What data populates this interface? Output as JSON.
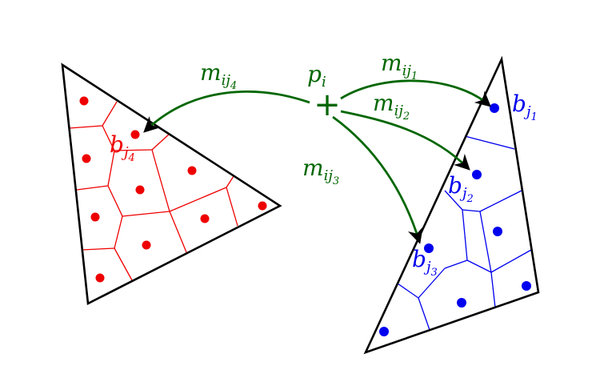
{
  "colors": {
    "outline": "#000000",
    "red": "#ee0000",
    "blue": "#0000ee",
    "green": "#006600"
  },
  "labels": {
    "point": {
      "base": "p",
      "sub": "i"
    },
    "m1": {
      "base": "m",
      "sub": "ij",
      "subsub": "1"
    },
    "m2": {
      "base": "m",
      "sub": "ij",
      "subsub": "2"
    },
    "m3": {
      "base": "m",
      "sub": "ij",
      "subsub": "3"
    },
    "m4": {
      "base": "m",
      "sub": "ij",
      "subsub": "4"
    },
    "b1": {
      "base": "b",
      "sub": "j",
      "subsub": "1"
    },
    "b2": {
      "base": "b",
      "sub": "j",
      "subsub": "2"
    },
    "b3": {
      "base": "b",
      "sub": "j",
      "subsub": "3"
    },
    "b4": {
      "base": "b",
      "sub": "j",
      "subsub": "4"
    }
  },
  "point_marker": "+"
}
